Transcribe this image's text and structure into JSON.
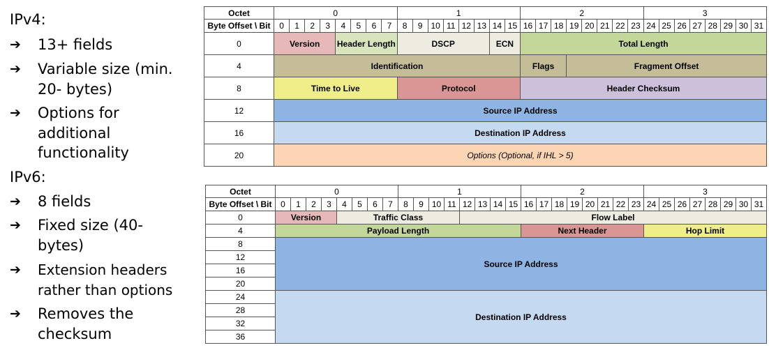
{
  "left": {
    "ipv4_heading": "IPv4:",
    "ipv4_bullets": [
      "13+ fields",
      "Variable size (min. 20- bytes)",
      "Options for additional functionality"
    ],
    "ipv6_heading": "IPv6:",
    "ipv6_bullets": [
      "8 fields",
      "Fixed size (40-bytes)",
      "Extension headers rather than options",
      "Removes the checksum"
    ],
    "arrow_glyph": "➔"
  },
  "tables": {
    "octet_label": "Octet",
    "offset_label": "Byte Offset \\ Bit",
    "octets": [
      "0",
      "1",
      "2",
      "3"
    ],
    "bits": [
      "0",
      "1",
      "2",
      "3",
      "4",
      "5",
      "6",
      "7",
      "8",
      "9",
      "10",
      "11",
      "12",
      "13",
      "14",
      "15",
      "16",
      "17",
      "18",
      "19",
      "20",
      "21",
      "22",
      "23",
      "24",
      "25",
      "26",
      "27",
      "28",
      "29",
      "30",
      "31"
    ]
  },
  "ipv4": {
    "rows": [
      {
        "offset": "0",
        "fields": [
          {
            "label": "Version",
            "bits": 4,
            "color": "#e6b9b8"
          },
          {
            "label": "Header Length",
            "bits": 4,
            "color": "#d8e4bc"
          },
          {
            "label": "DSCP",
            "bits": 6,
            "color": "#eeece1"
          },
          {
            "label": "ECN",
            "bits": 2,
            "color": "#eeece1"
          },
          {
            "label": "Total Length",
            "bits": 16,
            "color": "#c4d79b"
          }
        ]
      },
      {
        "offset": "4",
        "fields": [
          {
            "label": "Identification",
            "bits": 16,
            "color": "#c4bd97"
          },
          {
            "label": "Flags",
            "bits": 3,
            "color": "#c4bd97"
          },
          {
            "label": "Fragment Offset",
            "bits": 13,
            "color": "#c4bd97"
          }
        ]
      },
      {
        "offset": "8",
        "fields": [
          {
            "label": "Time to Live",
            "bits": 8,
            "color": "#f0ee88"
          },
          {
            "label": "Protocol",
            "bits": 8,
            "color": "#da9694"
          },
          {
            "label": "Header Checksum",
            "bits": 16,
            "color": "#ccc0da"
          }
        ]
      },
      {
        "offset": "12",
        "fields": [
          {
            "label": "Source IP Address",
            "bits": 32,
            "color": "#8db4e2"
          }
        ]
      },
      {
        "offset": "16",
        "fields": [
          {
            "label": "Destination IP Address",
            "bits": 32,
            "color": "#c5d9f1"
          }
        ]
      },
      {
        "offset": "20",
        "fields": [
          {
            "label": "Options (Optional, if IHL > 5)",
            "bits": 32,
            "color": "#fcd5b4",
            "italic": true
          }
        ]
      }
    ]
  },
  "ipv6": {
    "offsets": [
      "0",
      "4",
      "8",
      "12",
      "16",
      "20",
      "24",
      "28",
      "32",
      "36"
    ],
    "row0": [
      {
        "label": "Version",
        "bits": 4,
        "color": "#e6b9b8"
      },
      {
        "label": "Traffic Class",
        "bits": 8,
        "color": "#eeece1"
      },
      {
        "label": "Flow Label",
        "bits": 20,
        "color": "#eeece1"
      }
    ],
    "row1": [
      {
        "label": "Payload Length",
        "bits": 16,
        "color": "#c4d79b"
      },
      {
        "label": "Next Header",
        "bits": 8,
        "color": "#da9694"
      },
      {
        "label": "Hop Limit",
        "bits": 8,
        "color": "#f0ee88"
      }
    ],
    "source_label": "Source IP Address",
    "source_color": "#8db4e2",
    "destination_label": "Destination IP Address",
    "destination_color": "#c5d9f1"
  }
}
